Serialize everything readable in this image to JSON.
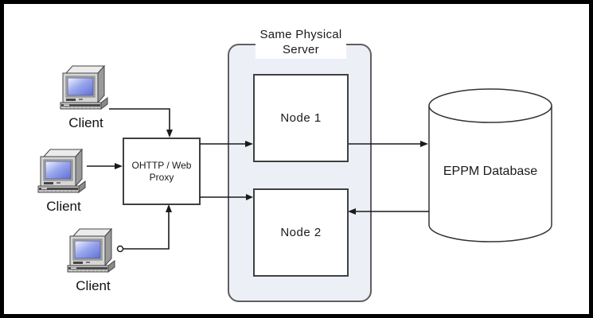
{
  "diagram": {
    "clients": [
      {
        "label": "Client"
      },
      {
        "label": "Client"
      },
      {
        "label": "Client"
      }
    ],
    "proxy": {
      "label_line1": "OHTTP / Web",
      "label_line2": "Proxy"
    },
    "server_group": {
      "title_line1": "Same Physical",
      "title_line2": "Server",
      "nodes": [
        {
          "label": "Node 1"
        },
        {
          "label": "Node 2"
        }
      ]
    },
    "database": {
      "label": "EPPM Database"
    },
    "colors": {
      "frame": "#000000",
      "container_fill": "#ecf0f6",
      "container_border": "#5f5f5f",
      "box_border": "#404040",
      "connector": "#1a1a1a",
      "screen_blue": "#6b7ce0",
      "background": "#ffffff"
    }
  }
}
